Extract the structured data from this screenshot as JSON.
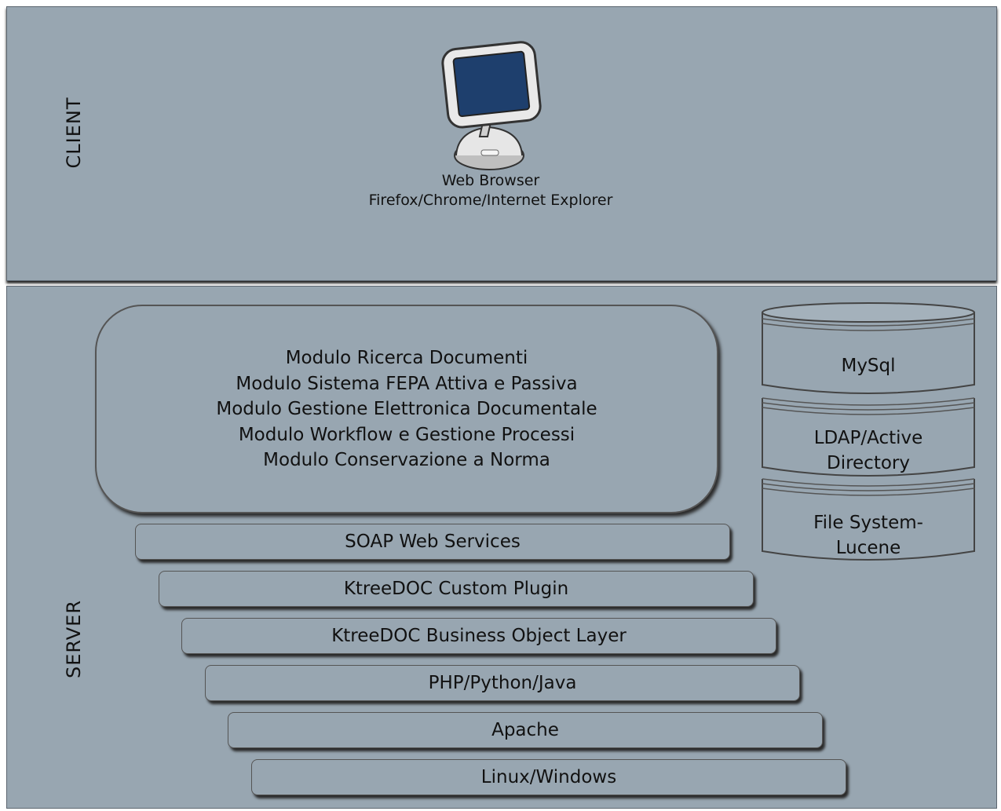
{
  "client": {
    "label": "CLIENT",
    "browser_title": "Web Browser",
    "browser_subtitle": "Firefox/Chrome/Internet Explorer"
  },
  "server": {
    "label": "SERVER",
    "modules": [
      "Modulo Ricerca Documenti",
      "Modulo Sistema FEPA Attiva e Passiva",
      "Modulo Gestione Elettronica Documentale",
      "Modulo Workflow e Gestione Processi",
      "Modulo Conservazione a Norma"
    ],
    "layers": [
      "SOAP Web Services",
      "KtreeDOC Custom Plugin",
      "KtreeDOC Business Object Layer",
      "PHP/Python/Java",
      "Apache",
      "Linux/Windows"
    ],
    "databases": [
      {
        "label_line1": "MySql",
        "label_line2": ""
      },
      {
        "label_line1": "LDAP/Active",
        "label_line2": "Directory"
      },
      {
        "label_line1": "File System-",
        "label_line2": "Lucene"
      }
    ]
  },
  "colors": {
    "panel": "#98a6b1",
    "screen": "#1e3f6d",
    "border": "#555555"
  },
  "icons": [
    "computer-monitor-icon",
    "database-cylinder-icon"
  ]
}
